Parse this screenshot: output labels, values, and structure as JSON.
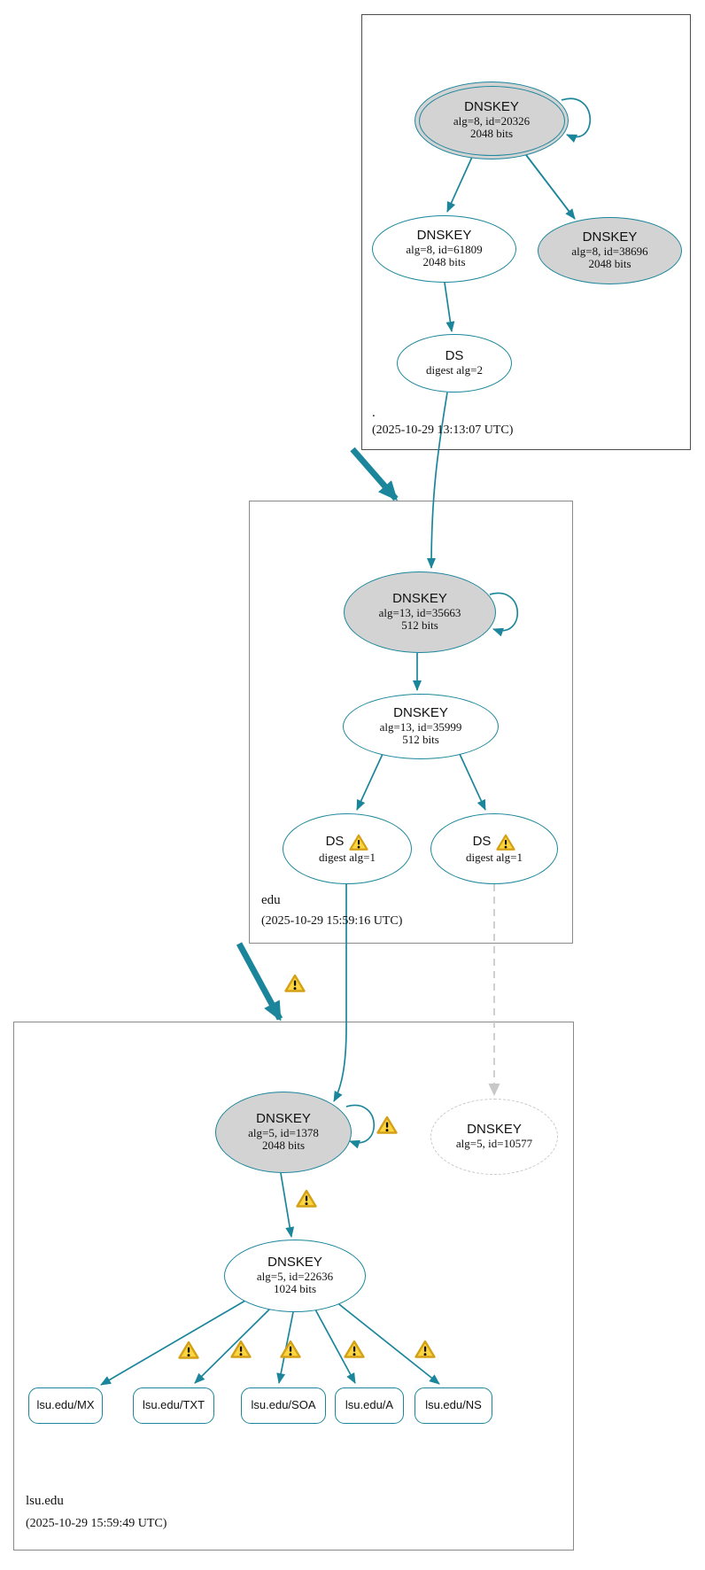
{
  "diagram_type": "DNSSEC authentication chain (DNSViz-style graph)",
  "zones": {
    "root": {
      "name_label": ".",
      "timestamp": "(2025-10-29 13:13:07 UTC)"
    },
    "edu": {
      "name_label": "edu",
      "timestamp": "(2025-10-29 15:59:16 UTC)"
    },
    "lsu": {
      "name_label": "lsu.edu",
      "timestamp": "(2025-10-29 15:59:49 UTC)"
    }
  },
  "nodes": {
    "root_ksk": {
      "title": "DNSKEY",
      "detail": "alg=8, id=20326",
      "bits": "2048 bits"
    },
    "root_zsk": {
      "title": "DNSKEY",
      "detail": "alg=8, id=61809",
      "bits": "2048 bits"
    },
    "root_key2": {
      "title": "DNSKEY",
      "detail": "alg=8, id=38696",
      "bits": "2048 bits"
    },
    "root_ds": {
      "title": "DS",
      "detail": "digest alg=2"
    },
    "edu_ksk": {
      "title": "DNSKEY",
      "detail": "alg=13, id=35663",
      "bits": "512 bits"
    },
    "edu_zsk": {
      "title": "DNSKEY",
      "detail": "alg=13, id=35999",
      "bits": "512 bits"
    },
    "edu_ds1": {
      "title": "DS",
      "detail": "digest alg=1"
    },
    "edu_ds2": {
      "title": "DS",
      "detail": "digest alg=1"
    },
    "lsu_ksk": {
      "title": "DNSKEY",
      "detail": "alg=5, id=1378",
      "bits": "2048 bits"
    },
    "lsu_missing": {
      "title": "DNSKEY",
      "detail": "alg=5, id=10577"
    },
    "lsu_zsk": {
      "title": "DNSKEY",
      "detail": "alg=5, id=22636",
      "bits": "1024 bits"
    },
    "rrset_mx": {
      "label": "lsu.edu/MX"
    },
    "rrset_txt": {
      "label": "lsu.edu/TXT"
    },
    "rrset_soa": {
      "label": "lsu.edu/SOA"
    },
    "rrset_a": {
      "label": "lsu.edu/A"
    },
    "rrset_ns": {
      "label": "lsu.edu/NS"
    }
  },
  "icons": {
    "warning": "triangle-exclamation"
  },
  "colors": {
    "edge_teal": "#1B869B",
    "node_fill_gray": "#D3D3D3",
    "dashed_gray": "#C8C8C8",
    "warning_fill": "#FCD53F",
    "warning_border": "#D4A017",
    "zone_box_border": "#8A8A8A",
    "root_box_border": "#4D4D4D",
    "background": "#FFFFFF"
  }
}
